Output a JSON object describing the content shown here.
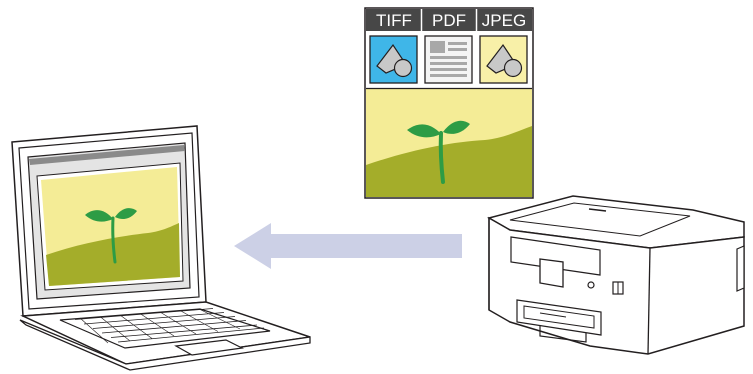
{
  "formats": [
    "TIFF",
    "PDF",
    "JPEG"
  ],
  "colors": {
    "format_header": "#474747",
    "tiff_tile": "#3fb6e8",
    "pdf_tile": "#f4f4f4",
    "jpeg_tile": "#f8f0a8",
    "photo_sky": "#f4ec96",
    "photo_ground": "#a4ad2a",
    "plant_green": "#2d9c45",
    "arrow": "#ccd0e6",
    "outline": "#231f20"
  },
  "icons": {
    "document": "scanned-document-icon",
    "computer": "laptop-icon",
    "device": "printer-icon",
    "transfer": "arrow-left-icon"
  }
}
